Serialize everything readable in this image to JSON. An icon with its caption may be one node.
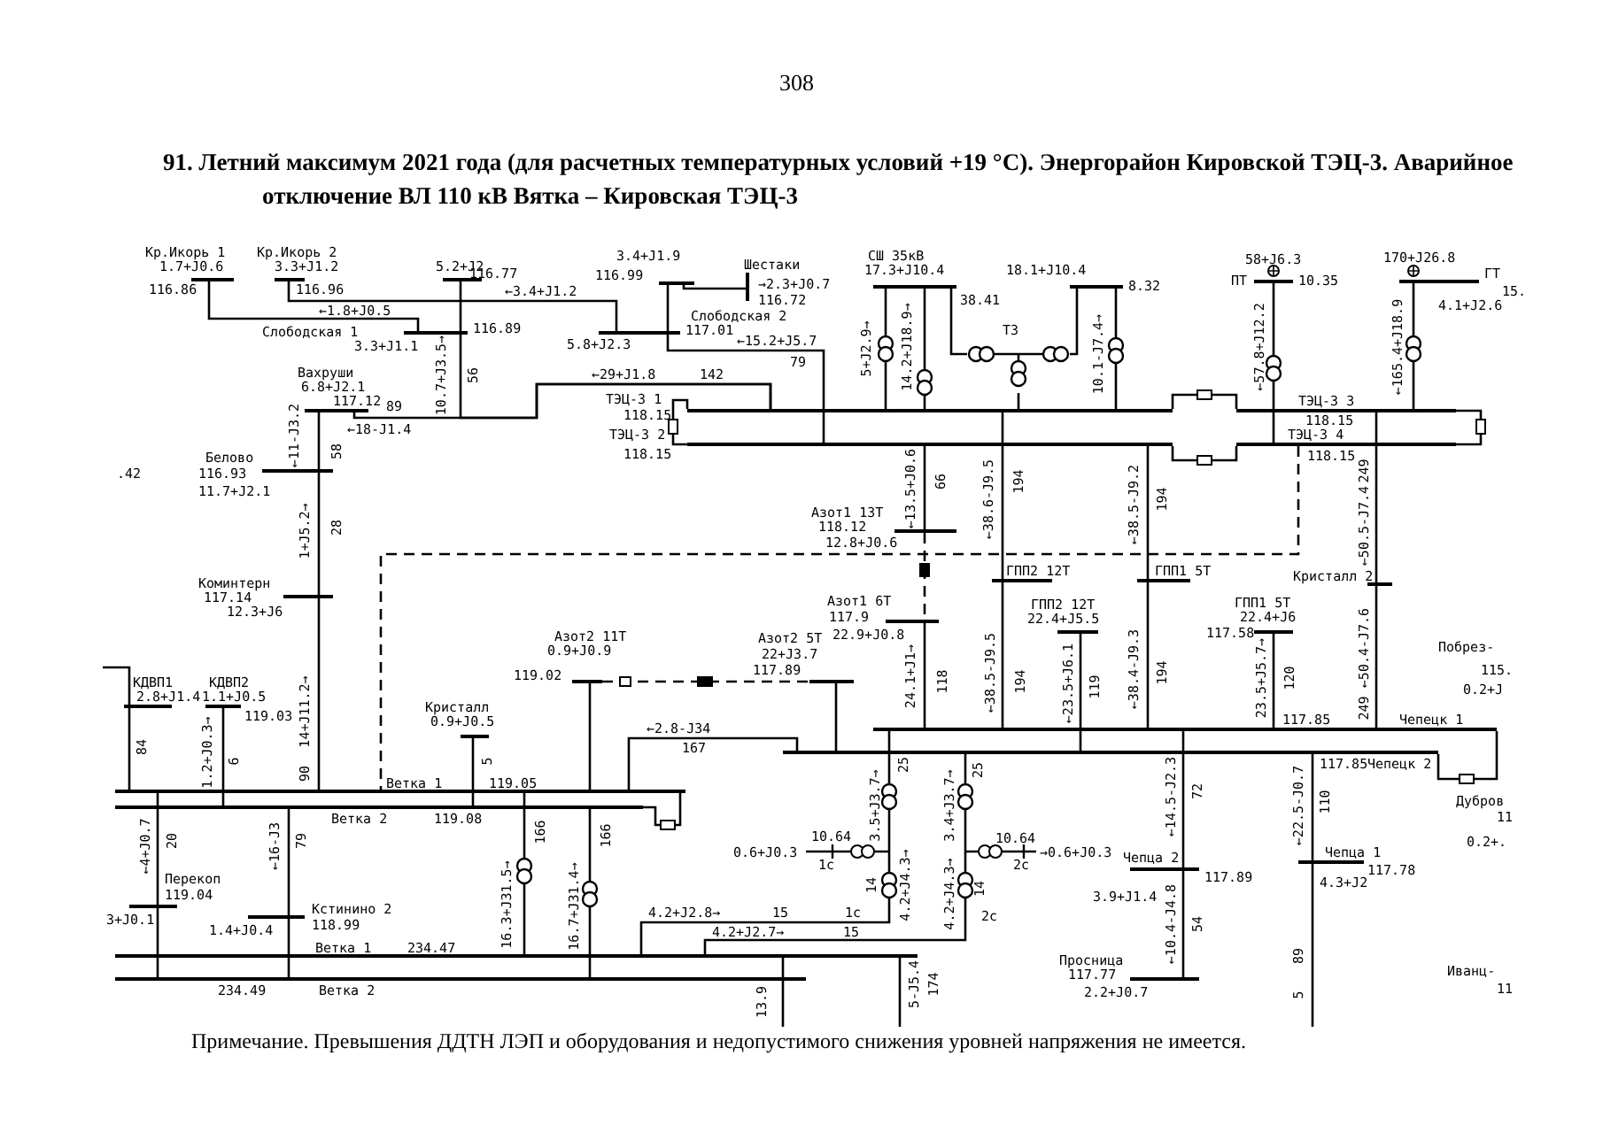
{
  "diagram": {
    "title": "91. Летний максимум 2021 года (для расчетных температурных условий +19 °C). Энергорайон Кировской ТЭЦ-3. Аварийное отключение ВЛ 110 кВ Вятка – Кировская ТЭЦ-3",
    "caption": "Примечание. Превышения ДДТН ЛЭП и оборудования и недопустимого снижения уровней напряжения не имеется.",
    "nodes": [
      {
        "text": [],
        "shape": "bar",
        "beside": [
          "Кр.Икорь 1"
        ]
      },
      {
        "text": [],
        "shape": "bar",
        "beside": [
          "Кр.Икорь 2"
        ]
      },
      {
        "text": [],
        "shape": "bar"
      },
      {
        "text": [],
        "shape": "bar",
        "beside": [
          "Слободская 1"
        ]
      },
      {
        "text": [],
        "shape": "bar"
      },
      {
        "text": [],
        "shape": "bar",
        "beside": [
          "Шестаки"
        ]
      },
      {
        "text": [],
        "shape": "bar",
        "beside": [
          "Слободская 2"
        ]
      },
      {
        "text": [],
        "shape": "bar",
        "beside": [
          "Вахруши"
        ]
      },
      {
        "text": [],
        "shape": "bar",
        "beside": [
          "Белово"
        ]
      },
      {
        "text": [],
        "shape": "bar",
        "beside": [
          "Коминтерн"
        ]
      },
      {
        "text": [],
        "shape": "bar",
        "beside": [
          "СШ 35кВ"
        ]
      },
      {
        "text": [],
        "shape": "transformer",
        "beside": [
          "Т3"
        ]
      },
      {
        "text": [],
        "shape": "bar"
      },
      {
        "text": [],
        "shape": "bar",
        "beside": [
          "ТЭЦ-3 1"
        ]
      },
      {
        "text": [],
        "shape": "bar",
        "beside": [
          "ТЭЦ-3 2"
        ]
      },
      {
        "text": [],
        "shape": "bar",
        "beside": [
          "ТЭЦ-3 3"
        ]
      },
      {
        "text": [],
        "shape": "bar",
        "beside": [
          "ТЭЦ-3 4"
        ]
      },
      {
        "text": [],
        "shape": "bar",
        "beside": [
          "ПТ"
        ]
      },
      {
        "text": [],
        "shape": "bar",
        "beside": [
          "ГТ"
        ]
      },
      {
        "text": [],
        "shape": "bar",
        "beside": [
          "Азот1 13Т"
        ]
      },
      {
        "text": [],
        "shape": "bar",
        "beside": [
          "Азот1 6Т"
        ]
      },
      {
        "text": [],
        "shape": "bar",
        "beside": [
          "ГПП2 12Т"
        ]
      },
      {
        "text": [],
        "shape": "bar",
        "beside": [
          "ГПП1 5Т"
        ]
      },
      {
        "text": [],
        "shape": "bar",
        "beside": [
          "Кристалл 2"
        ]
      },
      {
        "text": [],
        "shape": "bar",
        "beside": [
          "ГПП2 12Т"
        ]
      },
      {
        "text": [],
        "shape": "bar",
        "beside": [
          "ГПП1 5Т"
        ]
      },
      {
        "text": [],
        "shape": "bar",
        "beside": [
          "Чепецк 1"
        ]
      },
      {
        "text": [],
        "shape": "bar",
        "beside": [
          "Чепецк 2"
        ]
      },
      {
        "text": [],
        "shape": "bar",
        "beside": [
          "Азот2 11Т"
        ]
      },
      {
        "text": [],
        "shape": "bar",
        "beside": [
          "Азот2 5Т"
        ]
      },
      {
        "text": [],
        "shape": "bar",
        "beside": [
          "Кристалл"
        ]
      },
      {
        "text": [],
        "shape": "bar",
        "beside": [
          "Ветка 1"
        ]
      },
      {
        "text": [],
        "shape": "bar",
        "beside": [
          "Ветка 2"
        ]
      },
      {
        "text": [],
        "shape": "bar",
        "beside": [
          "КДВП1"
        ]
      },
      {
        "text": [],
        "shape": "bar",
        "beside": [
          "КДВП2"
        ]
      },
      {
        "text": [],
        "shape": "bar",
        "beside": [
          "Перекоп"
        ]
      },
      {
        "text": [],
        "shape": "bar",
        "beside": [
          "Кстинино 2"
        ]
      },
      {
        "text": [],
        "shape": "bar",
        "beside": [
          "Ветка 1"
        ]
      },
      {
        "text": [],
        "shape": "bar",
        "beside": [
          "Ветка 2"
        ]
      },
      {
        "text": [],
        "shape": "bar",
        "beside": [
          "Чепца 2"
        ]
      },
      {
        "text": [],
        "shape": "bar",
        "beside": [
          "Просница"
        ]
      },
      {
        "text": [],
        "shape": "bar",
        "beside": [
          "Чепца 1"
        ]
      }
    ],
    "edges": [
      {
        "from": 0,
        "to": 3,
        "arrow": "none"
      },
      {
        "from": 1,
        "to": 6,
        "arrow": "none"
      },
      {
        "from": 2,
        "to": 3,
        "arrow": "none"
      },
      {
        "from": 3,
        "to": 13,
        "arrow": "none"
      },
      {
        "from": 7,
        "to": 13,
        "arrow": "none"
      },
      {
        "from": 7,
        "to": 8,
        "arrow": "none"
      },
      {
        "from": 8,
        "to": 9,
        "arrow": "none"
      },
      {
        "from": 9,
        "to": 31,
        "arrow": "none"
      },
      {
        "from": 4,
        "to": 6,
        "arrow": "none"
      },
      {
        "from": 6,
        "to": 14,
        "arrow": "none"
      },
      {
        "from": 4,
        "to": 5,
        "arrow": "none"
      },
      {
        "from": 10,
        "to": 13,
        "arrow": "none"
      },
      {
        "from": 10,
        "to": 13,
        "arrow": "none"
      },
      {
        "from": 10,
        "to": 11,
        "arrow": "none"
      },
      {
        "from": 11,
        "to": 13,
        "arrow": "none"
      },
      {
        "from": 11,
        "to": 12,
        "arrow": "none"
      },
      {
        "from": 12,
        "to": 13,
        "arrow": "none"
      },
      {
        "from": 13,
        "to": 15,
        "arrow": "none"
      },
      {
        "from": 14,
        "to": 16,
        "arrow": "none"
      },
      {
        "from": 13,
        "to": 14,
        "arrow": "none"
      },
      {
        "from": 15,
        "to": 16,
        "arrow": "none"
      },
      {
        "from": 17,
        "to": 16,
        "arrow": "other"
      },
      {
        "from": 18,
        "to": 15,
        "arrow": "other"
      },
      {
        "from": 14,
        "to": 19,
        "arrow": "none"
      },
      {
        "from": 19,
        "to": 20,
        "arrow": "none",
        "style": "dashed"
      },
      {
        "from": 13,
        "to": 21,
        "arrow": "none"
      },
      {
        "from": 21,
        "to": 26,
        "arrow": "none"
      },
      {
        "from": 14,
        "to": 22,
        "arrow": "none"
      },
      {
        "from": 22,
        "to": 26,
        "arrow": "none"
      },
      {
        "from": 15,
        "to": 23,
        "arrow": "none"
      },
      {
        "from": 23,
        "to": 26,
        "arrow": "none"
      },
      {
        "from": 20,
        "to": 26,
        "arrow": "none"
      },
      {
        "from": 24,
        "to": 27,
        "arrow": "none"
      },
      {
        "from": 25,
        "to": 26,
        "arrow": "none"
      },
      {
        "from": 26,
        "to": 27,
        "arrow": "none"
      },
      {
        "from": 16,
        "to": 31,
        "arrow": "none",
        "style": "dashed"
      },
      {
        "from": 28,
        "to": 29,
        "arrow": "none",
        "style": "dashed"
      },
      {
        "from": 29,
        "to": 27,
        "arrow": "none"
      },
      {
        "from": 31,
        "to": 27,
        "arrow": "none"
      },
      {
        "from": 32,
        "to": 31,
        "arrow": "none"
      },
      {
        "from": 31,
        "to": 37,
        "arrow": "none"
      },
      {
        "from": 32,
        "to": 38,
        "arrow": "none"
      },
      {
        "from": 28,
        "to": 31,
        "arrow": "none"
      },
      {
        "from": 30,
        "to": 32,
        "arrow": "none"
      },
      {
        "from": 33,
        "to": 31,
        "arrow": "none"
      },
      {
        "from": 34,
        "to": 32,
        "arrow": "none"
      },
      {
        "from": 31,
        "to": 35,
        "arrow": "none"
      },
      {
        "from": 35,
        "to": 38,
        "arrow": "none"
      },
      {
        "from": 32,
        "to": 36,
        "arrow": "none"
      },
      {
        "from": 36,
        "to": 38,
        "arrow": "none"
      },
      {
        "from": 26,
        "to": 37,
        "arrow": "none"
      },
      {
        "from": 27,
        "to": 37,
        "arrow": "none"
      },
      {
        "from": 26,
        "to": 39,
        "arrow": "none"
      },
      {
        "from": 39,
        "to": 40,
        "arrow": "none"
      },
      {
        "from": 27,
        "to": 41,
        "arrow": "none"
      },
      {
        "from": 41,
        "to": null,
        "arrow": "none"
      },
      {
        "from": null,
        "to": 33,
        "arrow": "none"
      },
      {
        "from": 37,
        "to": null,
        "arrow": "none"
      },
      {
        "from": 37,
        "to": null,
        "arrow": "none"
      }
    ],
    "labels": [
      "308",
      "1.7+J0.6",
      "116.86",
      "3.3+J1.2",
      "116.96",
      "5.2+J2",
      "116.77",
      "←1.8+J0.5",
      "←3.4+J1.2",
      "3.3+J1.1",
      "116.89",
      "10.7+J3.5→",
      "56",
      "6.8+J2.1",
      "117.12",
      "89",
      "←18-J1.4",
      "←11-J3.2",
      "58",
      "116.93",
      "11.7+J2.1",
      ".42",
      "1+J5.2→",
      "28",
      "117.14",
      "12.3+J6",
      "3.4+J1.9",
      "116.99",
      "→2.3+J0.7",
      "116.72",
      "117.01",
      "←15.2+J5.7",
      "79",
      "5.8+J2.3",
      "←29+J1.8",
      "142",
      "118.15",
      "118.15",
      "17.3+J10.4",
      "38.41",
      "5+J2.9→",
      "14.2+J18.9→",
      "18.1+J10.4",
      "8.32",
      "10.1-J7.4→",
      "←13.5+J0.6",
      "66",
      "←38.6-J9.5",
      "194",
      "118.12",
      "12.8+J0.6",
      "117.9",
      "22.9+J0.8",
      "22.4+J5.5",
      "24.1+J1→",
      "118",
      "←38.5-J9.5",
      "194",
      "←23.5+J6.1",
      "119",
      "58+J6.3",
      "10.35",
      "←57.8+J12.2",
      "170+J26.8",
      "15.",
      "4.1+J2.6",
      "←165.4+J18.9",
      "118.15",
      "118.15",
      "←38.5-J9.2",
      "194",
      "249",
      "←50.5-J7.4",
      "22.4+J6",
      "117.58",
      "←50.4-J7.6",
      "23.5+J5.7→",
      "120",
      "←38.4-J9.3",
      "194",
      "117.85",
      "249",
      "117.85",
      "Побрез-",
      "115.",
      "0.2+J",
      "Дубров",
      "11",
      "0.2+.",
      "Иванц-",
      "11",
      "←14.5-J2.3",
      "72",
      "←22.5-J0.7",
      "110",
      "117.89",
      "3.9+J1.4",
      "←10.4-J4.8",
      "54",
      "117.78",
      "4.3+J2",
      "117.77",
      "2.2+J0.7",
      "89",
      "5",
      "0.9+J0.9",
      "119.02",
      "22+J3.7",
      "117.89",
      "←2.8-J34",
      "167",
      "0.9+J0.5",
      "5",
      "119.05",
      "119.08",
      "166",
      "16.3+J31.5→",
      "166",
      "16.7+J31.4→",
      "25",
      "3.5+J3.7→",
      "10.64",
      "0.6+J0.3",
      "1с",
      "14",
      "4.2+J4.3→",
      "1с",
      "4.2+J2.8→",
      "15",
      "4.2+J2.7→",
      "15",
      "25",
      "3.4+J3.7→",
      "10.64",
      "→0.6+J0.3",
      "2с",
      "4.2+J4.3→",
      "14",
      "2с",
      "13.9",
      "5-J5.4",
      "174",
      "2.8+J1.4",
      "1.1+J0.5",
      "119.03",
      "84",
      "1.2+J0.3→",
      "6",
      "14+J11.2→",
      "90",
      "←4+J0.7",
      "20",
      "←16-J3",
      "79",
      "119.04",
      "3+J0.1",
      "1.4+J0.4",
      "118.99",
      "234.47",
      "234.49"
    ]
  }
}
